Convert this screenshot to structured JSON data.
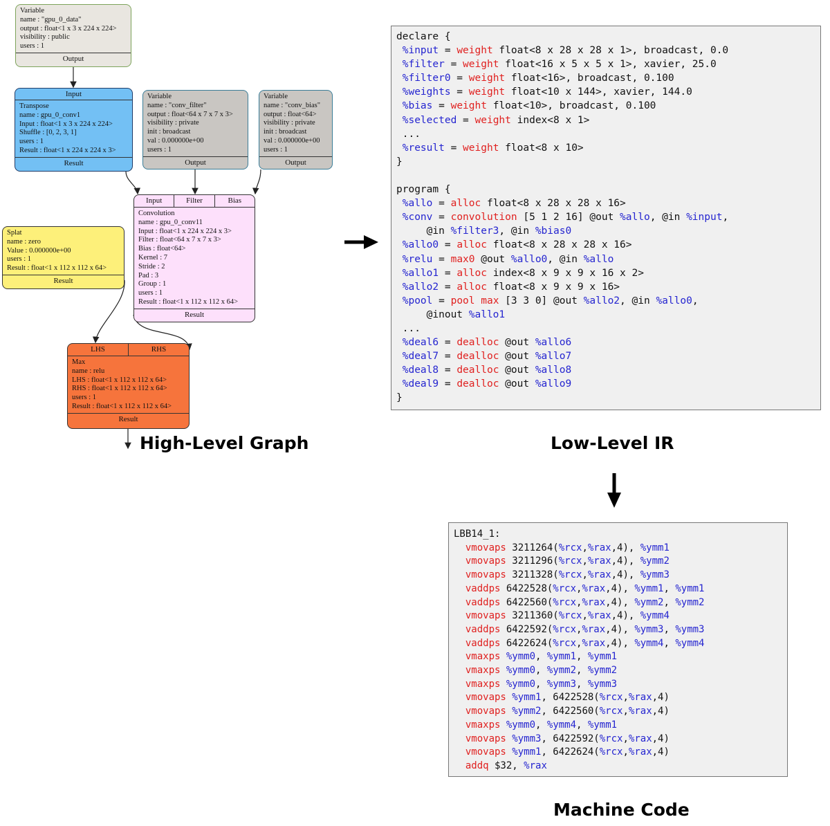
{
  "nodes": {
    "gpu0": {
      "lines": [
        "Variable",
        "name : \"gpu_0_data\"",
        "output : float<1 x 3 x 224 x 224>",
        "visibility : public",
        "users : 1"
      ],
      "footer": "Output",
      "color": "#e9e6e0"
    },
    "transpose": {
      "header": "Input",
      "lines": [
        "Transpose",
        "name : gpu_0_conv1",
        "Input : float<1 x 3 x 224 x 224>",
        "Shuffle : [0, 2, 3, 1]",
        "users : 1",
        "Result : float<1 x 224 x 224 x 3>"
      ],
      "footer": "Result",
      "color": "#73c0f4"
    },
    "filter": {
      "lines": [
        "Variable",
        "name : \"conv_filter\"",
        "output : float<64 x 7 x 7 x 3>",
        "visibility : private",
        "init : broadcast",
        "val : 0.000000e+00",
        "users : 1"
      ],
      "footer": "Output",
      "color": "#c9c6c2"
    },
    "bias": {
      "lines": [
        "Variable",
        "name : \"conv_bias\"",
        "output : float<64>",
        "visibility : private",
        "init : broadcast",
        "val : 0.000000e+00",
        "users : 1"
      ],
      "footer": "Output",
      "color": "#c9c6c2"
    },
    "conv": {
      "ports": [
        "Input",
        "Filter",
        "Bias"
      ],
      "lines": [
        "Convolution",
        "name : gpu_0_conv11",
        "Input : float<1 x 224 x 224 x 3>",
        "Filter : float<64 x 7 x 7 x 3>",
        "Bias : float<64>",
        "Kernel : 7",
        "Stride : 2",
        "Pad : 3",
        "Group : 1",
        "users : 1",
        "Result : float<1 x 112 x 112 x 64>"
      ],
      "footer": "Result",
      "color": "#fde0fb"
    },
    "splat": {
      "lines": [
        "Splat",
        "name : zero",
        "Value : 0.000000e+00",
        "users : 1",
        "Result : float<1 x 112 x 112 x 64>"
      ],
      "footer": "Result",
      "color": "#fdf07a"
    },
    "max": {
      "ports": [
        "LHS",
        "RHS"
      ],
      "lines": [
        "Max",
        "name : relu",
        "LHS : float<1 x 112 x 112 x 64>",
        "RHS : float<1 x 112 x 112 x 64>",
        "users : 1",
        "Result : float<1 x 112 x 112 x 64>"
      ],
      "footer": "Result",
      "color": "#f6743c"
    }
  },
  "captions": {
    "graph": "High-Level Graph",
    "lowlevel": "Low-Level IR",
    "machine": "Machine Code"
  },
  "low_level_ir": [
    [
      [
        "declare {",
        "p"
      ]
    ],
    [
      [
        " %input",
        "v"
      ],
      [
        " = ",
        "p"
      ],
      [
        "weight",
        "o"
      ],
      [
        " float<8 x 28 x 28 x 1>, broadcast, 0.0",
        "p"
      ]
    ],
    [
      [
        " %filter",
        "v"
      ],
      [
        " = ",
        "p"
      ],
      [
        "weight",
        "o"
      ],
      [
        " float<16 x 5 x 5 x 1>, xavier, 25.0",
        "p"
      ]
    ],
    [
      [
        " %filter0",
        "v"
      ],
      [
        " = ",
        "p"
      ],
      [
        "weight",
        "o"
      ],
      [
        " float<16>, broadcast, 0.100",
        "p"
      ]
    ],
    [
      [
        " %weights",
        "v"
      ],
      [
        " = ",
        "p"
      ],
      [
        "weight",
        "o"
      ],
      [
        " float<10 x 144>, xavier, 144.0",
        "p"
      ]
    ],
    [
      [
        " %bias",
        "v"
      ],
      [
        " = ",
        "p"
      ],
      [
        "weight",
        "o"
      ],
      [
        " float<10>, broadcast, 0.100",
        "p"
      ]
    ],
    [
      [
        " %selected",
        "v"
      ],
      [
        " = ",
        "p"
      ],
      [
        "weight",
        "o"
      ],
      [
        " index<8 x 1>",
        "p"
      ]
    ],
    [
      [
        " ...",
        "p"
      ]
    ],
    [
      [
        " %result",
        "v"
      ],
      [
        " = ",
        "p"
      ],
      [
        "weight",
        "o"
      ],
      [
        " float<8 x 10>",
        "p"
      ]
    ],
    [
      [
        "}",
        "p"
      ]
    ],
    [
      [
        "",
        "p"
      ]
    ],
    [
      [
        "program {",
        "p"
      ]
    ],
    [
      [
        " %allo",
        "v"
      ],
      [
        " = ",
        "p"
      ],
      [
        "alloc",
        "o"
      ],
      [
        " float<8 x 28 x 28 x 16>",
        "p"
      ]
    ],
    [
      [
        " %conv",
        "v"
      ],
      [
        " = ",
        "p"
      ],
      [
        "convolution",
        "o"
      ],
      [
        " [5 1 2 16] @out ",
        "p"
      ],
      [
        "%allo",
        "v"
      ],
      [
        ", @in ",
        "p"
      ],
      [
        "%input",
        "v"
      ],
      [
        ",",
        "p"
      ]
    ],
    [
      [
        "     @in ",
        "p"
      ],
      [
        "%filter3",
        "v"
      ],
      [
        ", @in ",
        "p"
      ],
      [
        "%bias0",
        "v"
      ]
    ],
    [
      [
        " %allo0",
        "v"
      ],
      [
        " = ",
        "p"
      ],
      [
        "alloc",
        "o"
      ],
      [
        " float<8 x 28 x 28 x 16>",
        "p"
      ]
    ],
    [
      [
        " %relu",
        "v"
      ],
      [
        " = ",
        "p"
      ],
      [
        "max0",
        "o"
      ],
      [
        " @out ",
        "p"
      ],
      [
        "%allo0",
        "v"
      ],
      [
        ", @in ",
        "p"
      ],
      [
        "%allo",
        "v"
      ]
    ],
    [
      [
        " %allo1",
        "v"
      ],
      [
        " = ",
        "p"
      ],
      [
        "alloc",
        "o"
      ],
      [
        " index<8 x 9 x 9 x 16 x 2>",
        "p"
      ]
    ],
    [
      [
        " %allo2",
        "v"
      ],
      [
        " = ",
        "p"
      ],
      [
        "alloc",
        "o"
      ],
      [
        " float<8 x 9 x 9 x 16>",
        "p"
      ]
    ],
    [
      [
        " %pool",
        "v"
      ],
      [
        " = ",
        "p"
      ],
      [
        "pool max",
        "o"
      ],
      [
        " [3 3 0] @out ",
        "p"
      ],
      [
        "%allo2",
        "v"
      ],
      [
        ", @in ",
        "p"
      ],
      [
        "%allo0",
        "v"
      ],
      [
        ",",
        "p"
      ]
    ],
    [
      [
        "     @inout ",
        "p"
      ],
      [
        "%allo1",
        "v"
      ]
    ],
    [
      [
        " ...",
        "p"
      ]
    ],
    [
      [
        " %deal6",
        "v"
      ],
      [
        " = ",
        "p"
      ],
      [
        "dealloc",
        "o"
      ],
      [
        " @out ",
        "p"
      ],
      [
        "%allo6",
        "v"
      ]
    ],
    [
      [
        " %deal7",
        "v"
      ],
      [
        " = ",
        "p"
      ],
      [
        "dealloc",
        "o"
      ],
      [
        " @out ",
        "p"
      ],
      [
        "%allo7",
        "v"
      ]
    ],
    [
      [
        " %deal8",
        "v"
      ],
      [
        " = ",
        "p"
      ],
      [
        "dealloc",
        "o"
      ],
      [
        " @out ",
        "p"
      ],
      [
        "%allo8",
        "v"
      ]
    ],
    [
      [
        " %deal9",
        "v"
      ],
      [
        " = ",
        "p"
      ],
      [
        "dealloc",
        "o"
      ],
      [
        " @out ",
        "p"
      ],
      [
        "%allo9",
        "v"
      ]
    ],
    [
      [
        "}",
        "p"
      ]
    ]
  ],
  "machine_code": [
    [
      [
        "LBB14_1:",
        "p"
      ]
    ],
    [
      [
        "  vmovaps",
        "o"
      ],
      [
        " 3211264(",
        "p"
      ],
      [
        "%rcx",
        "v"
      ],
      [
        ",",
        "p"
      ],
      [
        "%rax",
        "v"
      ],
      [
        ",4), ",
        "p"
      ],
      [
        "%ymm1",
        "v"
      ]
    ],
    [
      [
        "  vmovaps",
        "o"
      ],
      [
        " 3211296(",
        "p"
      ],
      [
        "%rcx",
        "v"
      ],
      [
        ",",
        "p"
      ],
      [
        "%rax",
        "v"
      ],
      [
        ",4), ",
        "p"
      ],
      [
        "%ymm2",
        "v"
      ]
    ],
    [
      [
        "  vmovaps",
        "o"
      ],
      [
        " 3211328(",
        "p"
      ],
      [
        "%rcx",
        "v"
      ],
      [
        ",",
        "p"
      ],
      [
        "%rax",
        "v"
      ],
      [
        ",4), ",
        "p"
      ],
      [
        "%ymm3",
        "v"
      ]
    ],
    [
      [
        "  vaddps",
        "o"
      ],
      [
        " 6422528(",
        "p"
      ],
      [
        "%rcx",
        "v"
      ],
      [
        ",",
        "p"
      ],
      [
        "%rax",
        "v"
      ],
      [
        ",4), ",
        "p"
      ],
      [
        "%ymm1",
        "v"
      ],
      [
        ", ",
        "p"
      ],
      [
        "%ymm1",
        "v"
      ]
    ],
    [
      [
        "  vaddps",
        "o"
      ],
      [
        " 6422560(",
        "p"
      ],
      [
        "%rcx",
        "v"
      ],
      [
        ",",
        "p"
      ],
      [
        "%rax",
        "v"
      ],
      [
        ",4), ",
        "p"
      ],
      [
        "%ymm2",
        "v"
      ],
      [
        ", ",
        "p"
      ],
      [
        "%ymm2",
        "v"
      ]
    ],
    [
      [
        "  vmovaps",
        "o"
      ],
      [
        " 3211360(",
        "p"
      ],
      [
        "%rcx",
        "v"
      ],
      [
        ",",
        "p"
      ],
      [
        "%rax",
        "v"
      ],
      [
        ",4), ",
        "p"
      ],
      [
        "%ymm4",
        "v"
      ]
    ],
    [
      [
        "  vaddps",
        "o"
      ],
      [
        " 6422592(",
        "p"
      ],
      [
        "%rcx",
        "v"
      ],
      [
        ",",
        "p"
      ],
      [
        "%rax",
        "v"
      ],
      [
        ",4), ",
        "p"
      ],
      [
        "%ymm3",
        "v"
      ],
      [
        ", ",
        "p"
      ],
      [
        "%ymm3",
        "v"
      ]
    ],
    [
      [
        "  vaddps",
        "o"
      ],
      [
        " 6422624(",
        "p"
      ],
      [
        "%rcx",
        "v"
      ],
      [
        ",",
        "p"
      ],
      [
        "%rax",
        "v"
      ],
      [
        ",4), ",
        "p"
      ],
      [
        "%ymm4",
        "v"
      ],
      [
        ", ",
        "p"
      ],
      [
        "%ymm4",
        "v"
      ]
    ],
    [
      [
        "  vmaxps",
        "o"
      ],
      [
        " ",
        "p"
      ],
      [
        "%ymm0",
        "v"
      ],
      [
        ", ",
        "p"
      ],
      [
        "%ymm1",
        "v"
      ],
      [
        ", ",
        "p"
      ],
      [
        "%ymm1",
        "v"
      ]
    ],
    [
      [
        "  vmaxps",
        "o"
      ],
      [
        " ",
        "p"
      ],
      [
        "%ymm0",
        "v"
      ],
      [
        ", ",
        "p"
      ],
      [
        "%ymm2",
        "v"
      ],
      [
        ", ",
        "p"
      ],
      [
        "%ymm2",
        "v"
      ]
    ],
    [
      [
        "  vmaxps",
        "o"
      ],
      [
        " ",
        "p"
      ],
      [
        "%ymm0",
        "v"
      ],
      [
        ", ",
        "p"
      ],
      [
        "%ymm3",
        "v"
      ],
      [
        ", ",
        "p"
      ],
      [
        "%ymm3",
        "v"
      ]
    ],
    [
      [
        "  vmovaps",
        "o"
      ],
      [
        " ",
        "p"
      ],
      [
        "%ymm1",
        "v"
      ],
      [
        ", 6422528(",
        "p"
      ],
      [
        "%rcx",
        "v"
      ],
      [
        ",",
        "p"
      ],
      [
        "%rax",
        "v"
      ],
      [
        ",4)",
        "p"
      ]
    ],
    [
      [
        "  vmovaps",
        "o"
      ],
      [
        " ",
        "p"
      ],
      [
        "%ymm2",
        "v"
      ],
      [
        ", 6422560(",
        "p"
      ],
      [
        "%rcx",
        "v"
      ],
      [
        ",",
        "p"
      ],
      [
        "%rax",
        "v"
      ],
      [
        ",4)",
        "p"
      ]
    ],
    [
      [
        "  vmaxps",
        "o"
      ],
      [
        " ",
        "p"
      ],
      [
        "%ymm0",
        "v"
      ],
      [
        ", ",
        "p"
      ],
      [
        "%ymm4",
        "v"
      ],
      [
        ", ",
        "p"
      ],
      [
        "%ymm1",
        "v"
      ]
    ],
    [
      [
        "  vmovaps",
        "o"
      ],
      [
        " ",
        "p"
      ],
      [
        "%ymm3",
        "v"
      ],
      [
        ", 6422592(",
        "p"
      ],
      [
        "%rcx",
        "v"
      ],
      [
        ",",
        "p"
      ],
      [
        "%rax",
        "v"
      ],
      [
        ",4)",
        "p"
      ]
    ],
    [
      [
        "  vmovaps",
        "o"
      ],
      [
        " ",
        "p"
      ],
      [
        "%ymm1",
        "v"
      ],
      [
        ", 6422624(",
        "p"
      ],
      [
        "%rcx",
        "v"
      ],
      [
        ",",
        "p"
      ],
      [
        "%rax",
        "v"
      ],
      [
        ",4)",
        "p"
      ]
    ],
    [
      [
        "  addq",
        "o"
      ],
      [
        " $32, ",
        "p"
      ],
      [
        "%rax",
        "v"
      ]
    ]
  ],
  "colors": {
    "keyword_red": "#e0201f",
    "variable_blue": "#2525d0",
    "panel_bg": "#f0f0f0"
  }
}
